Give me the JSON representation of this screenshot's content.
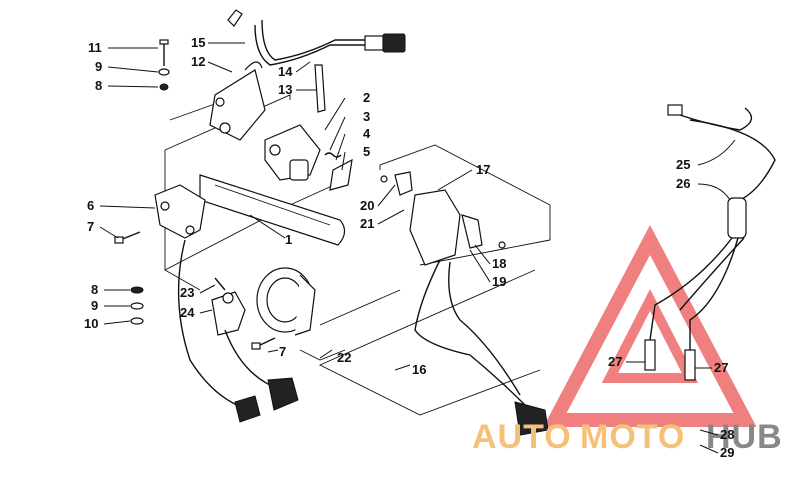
{
  "watermark": {
    "word_a": "AUTO",
    "word_b": "MOTO",
    "word_c": "HUB",
    "color_orange": "#f5c07a",
    "color_gray": "#888888",
    "color_triangle": "#ee6a6a"
  },
  "callouts": [
    {
      "id": "c11",
      "text": "11"
    },
    {
      "id": "c9a",
      "text": "9"
    },
    {
      "id": "c8a",
      "text": "8"
    },
    {
      "id": "c15",
      "text": "15"
    },
    {
      "id": "c12",
      "text": "12"
    },
    {
      "id": "c14",
      "text": "14"
    },
    {
      "id": "c13",
      "text": "13"
    },
    {
      "id": "c2",
      "text": "2"
    },
    {
      "id": "c3",
      "text": "3"
    },
    {
      "id": "c4",
      "text": "4"
    },
    {
      "id": "c5",
      "text": "5"
    },
    {
      "id": "c6",
      "text": "6"
    },
    {
      "id": "c7a",
      "text": "7"
    },
    {
      "id": "c1",
      "text": "1"
    },
    {
      "id": "c17",
      "text": "17"
    },
    {
      "id": "c20",
      "text": "20"
    },
    {
      "id": "c21",
      "text": "21"
    },
    {
      "id": "c18",
      "text": "18"
    },
    {
      "id": "c19",
      "text": "19"
    },
    {
      "id": "c8b",
      "text": "8"
    },
    {
      "id": "c9b",
      "text": "9"
    },
    {
      "id": "c10",
      "text": "10"
    },
    {
      "id": "c23",
      "text": "23"
    },
    {
      "id": "c24",
      "text": "24"
    },
    {
      "id": "c7b",
      "text": "7"
    },
    {
      "id": "c22",
      "text": "22"
    },
    {
      "id": "c16",
      "text": "16"
    },
    {
      "id": "c25",
      "text": "25"
    },
    {
      "id": "c26",
      "text": "26"
    },
    {
      "id": "c27a",
      "text": "27"
    },
    {
      "id": "c27b",
      "text": "27"
    },
    {
      "id": "c28",
      "text": "28"
    },
    {
      "id": "c29",
      "text": "29"
    }
  ]
}
